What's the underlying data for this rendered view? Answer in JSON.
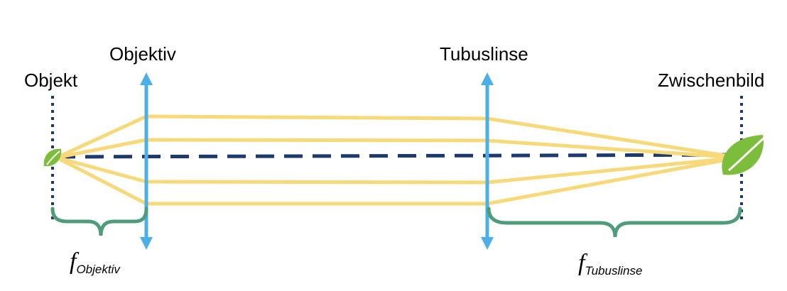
{
  "labels": {
    "objekt": "Objekt",
    "objektiv": "Objektiv",
    "tubuslinse": "Tubuslinse",
    "zwischenbild": "Zwischenbild"
  },
  "focal": {
    "objektiv": {
      "symbol": "f",
      "subscript": "Objektiv"
    },
    "tubuslinse": {
      "symbol": "f",
      "subscript": "Tubuslinse"
    }
  },
  "colors": {
    "rays": "#f7d97a",
    "lens_arrows": "#4ab0e6",
    "optical_axis": "#1d3a6e",
    "planes": "#1d3a6e",
    "braces": "#4e9c7a",
    "leaf": "#7cbd3c"
  },
  "icons": {
    "object": "leaf-icon",
    "image": "leaf-icon"
  }
}
